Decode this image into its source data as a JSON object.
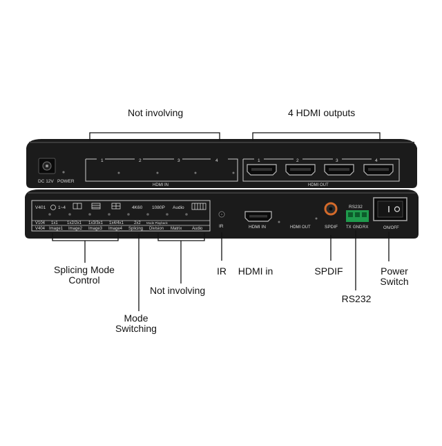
{
  "callouts": {
    "not_involving_top": "Not involving",
    "hdmi_outputs": "4 HDMI outputs",
    "splicing_mode_control_1": "Splicing Mode",
    "splicing_mode_control_2": "Control",
    "not_involving_bottom": "Not involving",
    "mode_switching_1": "Mode",
    "mode_switching_2": "Switching",
    "ir": "IR",
    "hdmi_in": "HDMI in",
    "spdif": "SPDIF",
    "power_switch_1": "Power",
    "power_switch_2": "Switch",
    "rs232": "RS232"
  },
  "top_panel": {
    "dc_label": "DC 12V",
    "power_label": "POWER",
    "hdmi_in_numbers": [
      "1",
      "2",
      "3",
      "4"
    ],
    "hdmi_in_label": "HDMI IN",
    "hdmi_out_numbers": [
      "1",
      "2",
      "3",
      "4"
    ],
    "hdmi_out_label": "HDMI OUT"
  },
  "bottom_panel": {
    "row1": {
      "v401": "V401",
      "sel": "1~4",
      "k4k60": "4K60",
      "p1080": "1080P",
      "audio": "Audio"
    },
    "row2": [
      "1x1",
      "1x2/2x1",
      "1x3/3x1",
      "1x4/4x1",
      "2x2",
      "Mode Playback"
    ],
    "row3": {
      "v104": "V104"
    },
    "row4": [
      "V404",
      "Image1",
      "Image2",
      "Image3",
      "Image4",
      "Splicing",
      "Division",
      "Matrix",
      "Audio"
    ],
    "ir": "IR",
    "hdmi_in": "HDMI  IN",
    "hdmi_out": "HDMI OUT",
    "spdif": "SPDIF",
    "rs232": "RS232",
    "tx": "TX",
    "gnd": "GND",
    "rx": "RX",
    "onoff": "ON/OFF"
  },
  "colors": {
    "device_body": "#1c1c1c",
    "device_edge": "#3a3a3a",
    "label_white": "#e8e8e8",
    "terminal_green": "#1f9a4c",
    "spdif_ring": "#d46a2a"
  }
}
